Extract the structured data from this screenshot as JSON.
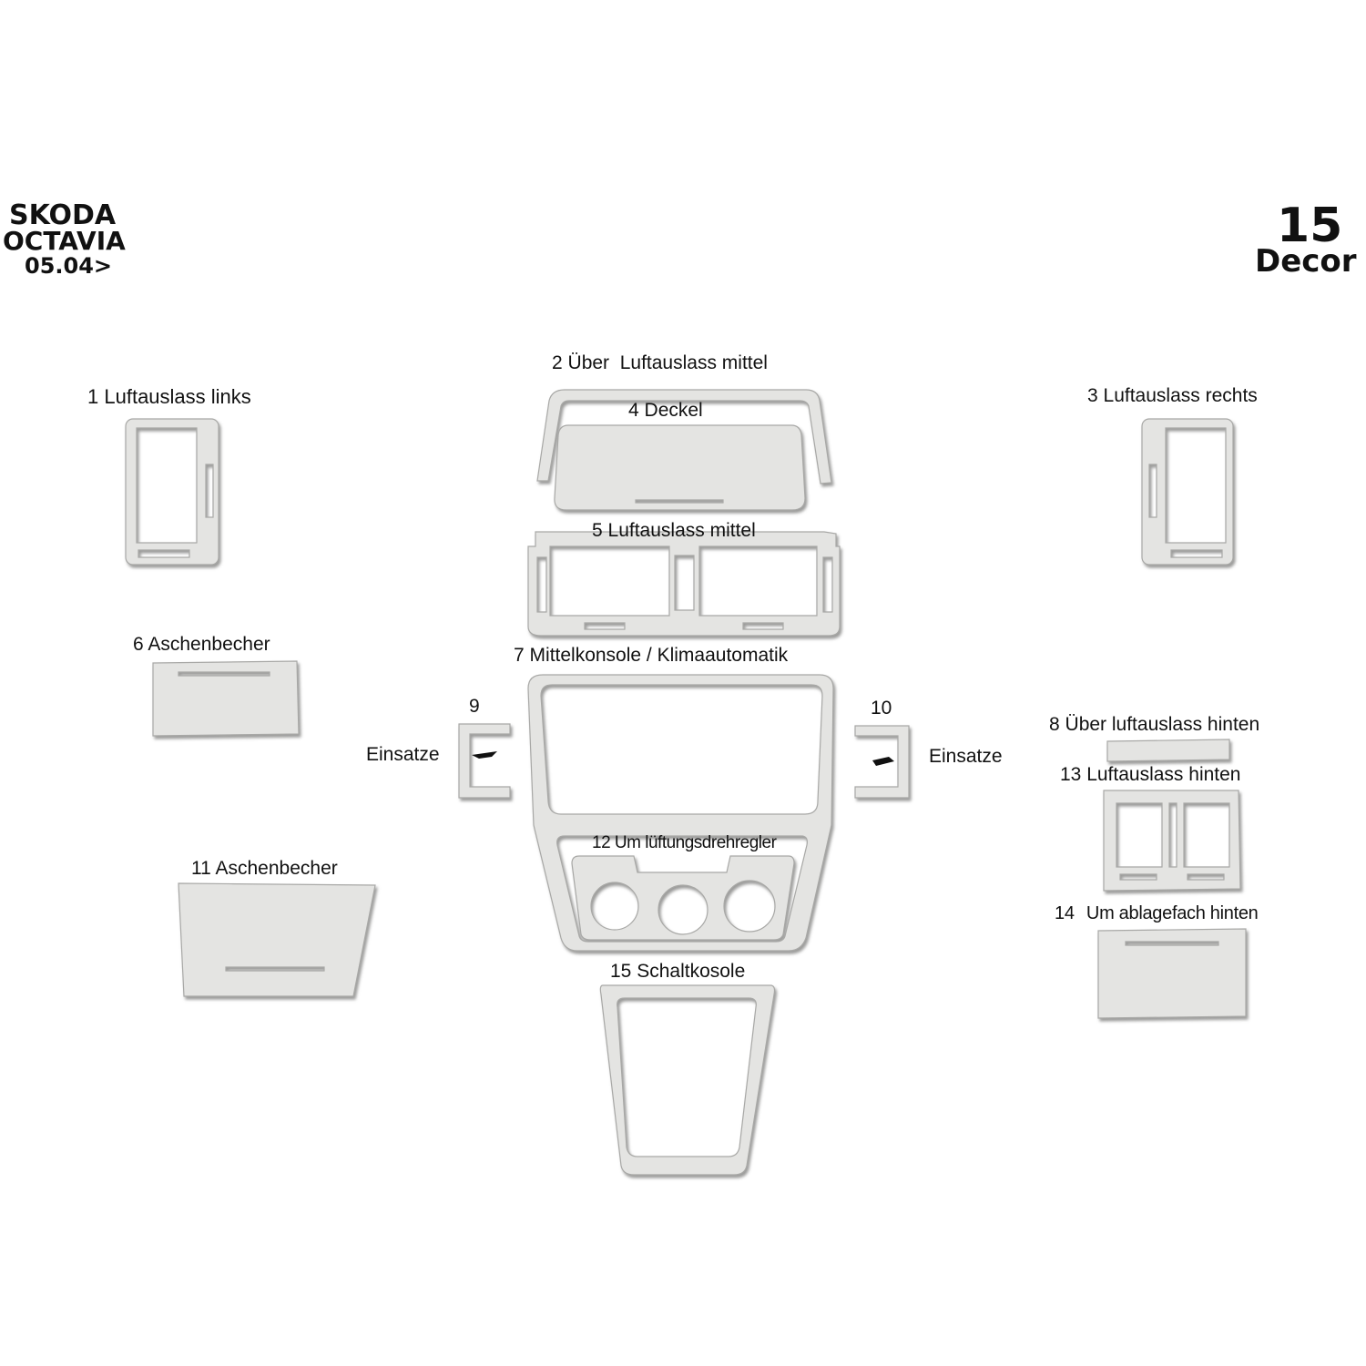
{
  "header": {
    "brand": "SKODA",
    "model": "OCTAVIA",
    "date": "05.04>",
    "count": "15",
    "type": "Decor"
  },
  "parts": [
    {
      "num": "1",
      "name": "Luftauslass links"
    },
    {
      "num": "2",
      "name": "Über  Luftauslass mittel"
    },
    {
      "num": "3",
      "name": "Luftauslass rechts"
    },
    {
      "num": "4",
      "name": "Deckel"
    },
    {
      "num": "5",
      "name": "Luftauslass mittel"
    },
    {
      "num": "6",
      "name": "Aschenbecher"
    },
    {
      "num": "7",
      "name": "Mittelkonsole / Klimaautomatik"
    },
    {
      "num": "8",
      "name": "Über luftauslass hinten"
    },
    {
      "num": "9",
      "name": "Einsatze"
    },
    {
      "num": "10",
      "name": "Einsatze"
    },
    {
      "num": "11",
      "name": "Aschenbecher"
    },
    {
      "num": "12",
      "name": "Um lüftungsdrehregler"
    },
    {
      "num": "13",
      "name": "Luftauslass hinten"
    },
    {
      "num": "14",
      "name": "Um ablagefach hinten"
    },
    {
      "num": "15",
      "name": "Schaltkosole"
    }
  ],
  "colors": {
    "part_fill": "#e4e4e2",
    "part_edge": "#a8a8a6",
    "shadow": "#8a8a88",
    "background": "#ffffff"
  }
}
